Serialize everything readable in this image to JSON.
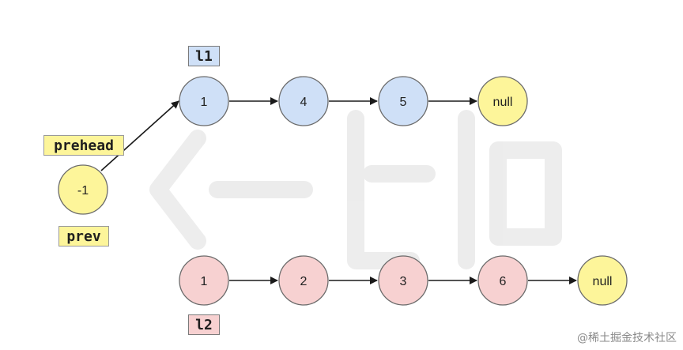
{
  "labels": {
    "l1": "l1",
    "l2": "l2",
    "prehead": "prehead",
    "prev": "prev"
  },
  "nodes": {
    "prehead": "-1",
    "l1": [
      "1",
      "4",
      "5",
      "null"
    ],
    "l2": [
      "1",
      "2",
      "3",
      "6",
      "null"
    ]
  },
  "footer": "@稀土掘金技术社区",
  "colors": {
    "blue_fill": "#cfe0f7",
    "red_fill": "#f7d1d1",
    "yellow_fill": "#fdf59a",
    "node_stroke": "#6b6b6b",
    "arrow": "#1a1a1a"
  }
}
